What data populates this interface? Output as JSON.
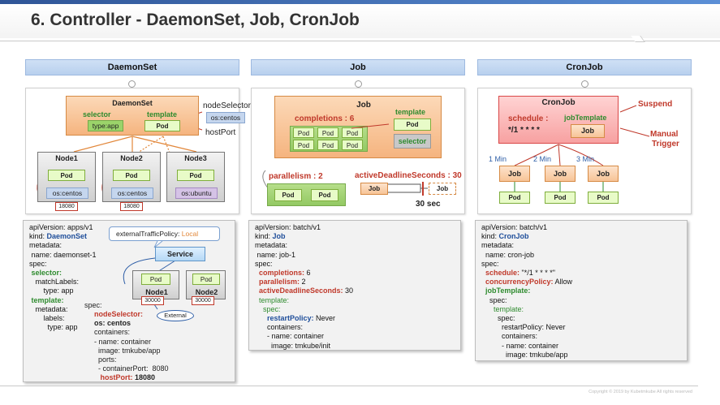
{
  "page_title": "6. Controller - DaemonSet, Job, CronJob",
  "columns": {
    "daemonset": "DaemonSet",
    "job": "Job",
    "cronjob": "CronJob"
  },
  "daemonset_diagram": {
    "box_title": "DaemonSet",
    "selector": "selector",
    "type_label": "type:app",
    "template": "template",
    "pod": "Pod",
    "node_selector": "nodeSelector",
    "os_centos_tag": "os:centos",
    "host_port": "hostPort",
    "nodes": [
      {
        "name": "Node1",
        "pod": "Pod",
        "label": "os:centos",
        "port": "18080"
      },
      {
        "name": "Node2",
        "pod": "Pod",
        "label": "os:centos",
        "port": "18080"
      },
      {
        "name": "Node3",
        "pod": "Pod",
        "label": "os:ubuntu"
      }
    ]
  },
  "job_diagram": {
    "box_title": "Job",
    "completions": "completions : 6",
    "pod": "Pod",
    "template": "template",
    "selector": "selector",
    "parallelism": "parallelism : 2",
    "active_deadline": "activeDeadlineSeconds : 30",
    "job": "Job",
    "seconds": "30 sec"
  },
  "cronjob_diagram": {
    "box_title": "CronJob",
    "schedule": "schedule :",
    "schedule_value": "*/1 * * * *",
    "job_template": "jobTemplate",
    "job": "Job",
    "pod": "Pod",
    "suspend": "Suspend",
    "manual_trigger_1": "Manual",
    "manual_trigger_2": "Trigger",
    "intervals": [
      "1 Min",
      "2 Min",
      "3 Min"
    ]
  },
  "daemonset_yaml": {
    "l1": "apiVersion: apps/v1",
    "l2a": "kind: ",
    "l2b": "DaemonSet",
    "l3": "metadata:",
    "l4": " name: daemonset-1",
    "l5": "spec:",
    "l6": " selector:",
    "l7": "   matchLabels:",
    "l8": "       type: app",
    "l9": " template:",
    "l10": "   metadata:",
    "l11": "       labels:",
    "l12": "         type: app",
    "spec": "spec:",
    "node_selector": "nodeSelector:",
    "os_centos": "os: centos",
    "containers": "containers:",
    "c1": "- name: container",
    "c2": "  image: tmkube/app",
    "c3": "  ports:",
    "c4": "  - containerPort:  8080",
    "host_port": "hostPort:",
    "host_port_value": "18080"
  },
  "service_callout": {
    "policy": "externalTrafficPolicy: ",
    "policy_value": "Local",
    "service": "Service",
    "pod": "Pod",
    "node1": "Node1",
    "node2": "Node2",
    "port": "30000",
    "external": "External"
  },
  "job_yaml": {
    "l1": "apiVersion: batch/v1",
    "l2a": "kind: ",
    "l2b": "Job",
    "l3": "metadata:",
    "l4": " name: job-1",
    "l5": "spec:",
    "l6a": "  completions:",
    "l6b": " 6",
    "l7a": "  parallelism:",
    "l7b": " 2",
    "l8a": "  activeDeadlineSeconds:",
    "l8b": " 30",
    "l9": "  template:",
    "l10": "    spec:",
    "l11a": "      restartPolicy:",
    "l11b": " Never",
    "l12": "      containers:",
    "l13": "      - name: container",
    "l14": "        image: tmkube/init"
  },
  "cronjob_yaml": {
    "l1": "apiVersion: batch/v1",
    "l2a": "kind: ",
    "l2b": "CronJob",
    "l3": "metadata:",
    "l4": "  name: cron-job",
    "l5": "spec:",
    "l6a": "  schedule:",
    "l6b": " \"*/1 * * * *\"",
    "l7a": "  concurrencyPolicy:",
    "l7b": " Allow",
    "l8": "  jobTemplate:",
    "l9": "    spec:",
    "l10": "      template:",
    "l11": "        spec:",
    "l12": "          restartPolicy: Never",
    "l13": "          containers:",
    "l14": "          - name: container",
    "l15": "            image: tmkube/app"
  },
  "footer": "Copyright © 2019 by Kubetmkube All rights reserved"
}
